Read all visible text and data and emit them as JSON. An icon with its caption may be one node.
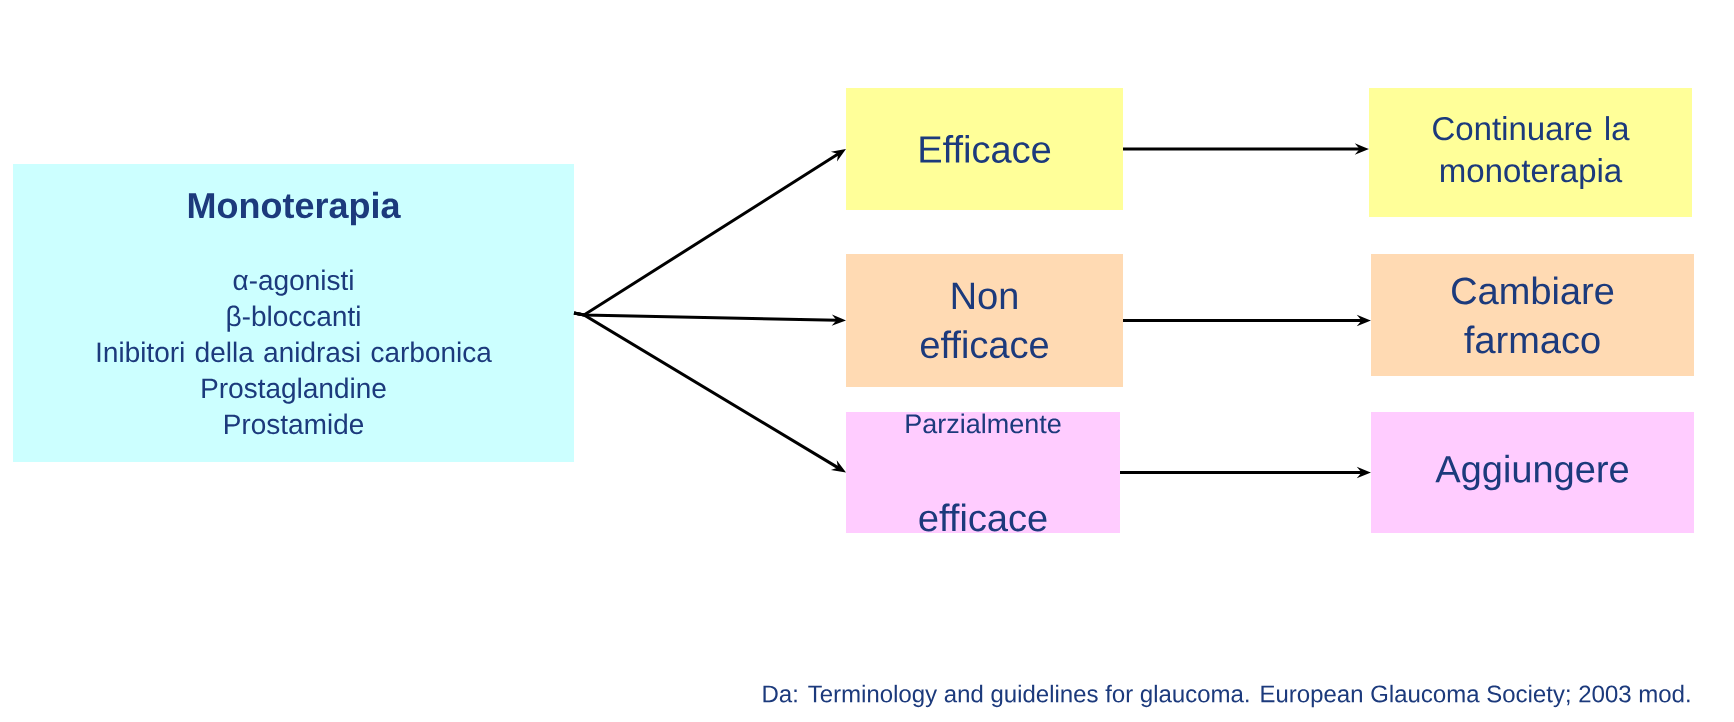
{
  "diagram": {
    "caption": "Da: Terminology and guidelines for glaucoma. European Glaucoma Society; 2003 mod.",
    "nodes": [
      {
        "text": [
          "Monoterapia",
          "α-agonisti",
          "β-bloccanti",
          "Inibitori della anidrasi carbonica",
          "Prostaglandine",
          "Prostamide"
        ]
      },
      {
        "text": [
          "Efficace"
        ]
      },
      {
        "text": [
          "Non efficace"
        ]
      },
      {
        "text": [
          "Parzialmente",
          "efficace"
        ]
      },
      {
        "text": [
          "Continuare la monoterapia"
        ]
      },
      {
        "text": [
          "Cambiare farmaco"
        ]
      },
      {
        "text": [
          "Aggiungere"
        ]
      }
    ],
    "edges": [
      {
        "from": 0,
        "to": 1,
        "arrow": "to"
      },
      {
        "from": 0,
        "to": 2,
        "arrow": "to"
      },
      {
        "from": 0,
        "to": 3,
        "arrow": "to"
      },
      {
        "from": 1,
        "to": 4,
        "arrow": "to"
      },
      {
        "from": 2,
        "to": 5,
        "arrow": "to"
      },
      {
        "from": 3,
        "to": 6,
        "arrow": "to"
      }
    ]
  }
}
